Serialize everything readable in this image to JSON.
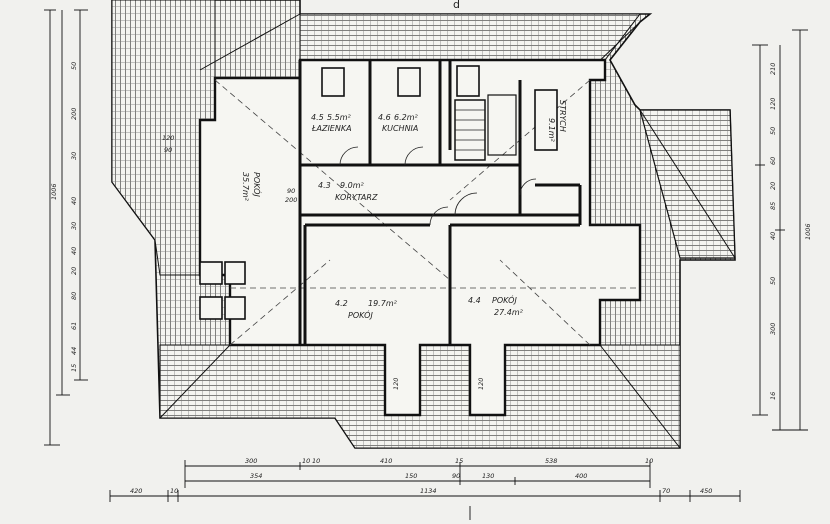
{
  "plan": {
    "top_mark": "d",
    "rooms": [
      {
        "id": "lazienka",
        "name": "ŁAZIENKA",
        "code": "4.5",
        "area": "5.5m²"
      },
      {
        "id": "kuchnia",
        "name": "KUCHNIA",
        "code": "4.6",
        "area": "6.2m²"
      },
      {
        "id": "strych",
        "name": "STRYCH",
        "code": "",
        "area": "9.1m²"
      },
      {
        "id": "pokoj-left",
        "name": "POKÓJ",
        "code": "",
        "area": "35.7m²"
      },
      {
        "id": "korytarz",
        "name": "KORYTARZ",
        "code": "4.3",
        "area": "9.0m²"
      },
      {
        "id": "pokoj-center",
        "name": "POKÓJ",
        "code": "4.2",
        "area": "19.7m²"
      },
      {
        "id": "pokoj-right",
        "name": "POKÓJ",
        "code": "4.4",
        "area": "27.4m²"
      }
    ],
    "window_marks": {
      "upper_left": "120",
      "upper_left_2": "90",
      "door_left": "90",
      "door_left_2": "200",
      "bottom_left": "120",
      "bottom_right": "120"
    },
    "bottom_dims_row1": [
      "300",
      "10",
      "10",
      "410",
      "15",
      "538",
      "10"
    ],
    "bottom_dims_row2": [
      "354",
      "150",
      "90",
      "130",
      "400"
    ],
    "bottom_dims_row3": [
      "420",
      "10",
      "1134",
      "70",
      "450"
    ],
    "left_dims": [
      "50",
      "200",
      "30",
      "40",
      "30",
      "40",
      "20",
      "80",
      "61",
      "44",
      "15"
    ],
    "left_total": "1006",
    "right_dims": [
      "210",
      "120",
      "50",
      "60",
      "20",
      "85",
      "40",
      "50",
      "300",
      "16"
    ],
    "right_total": "1006"
  }
}
